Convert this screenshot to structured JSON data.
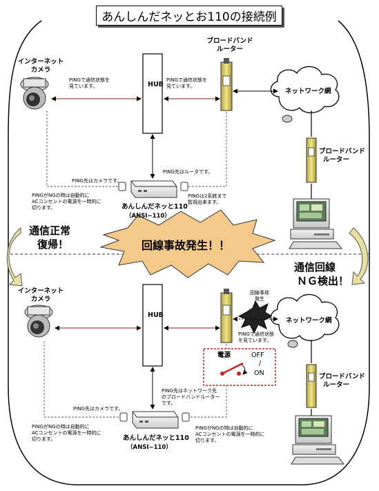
{
  "title": "あんしんだネッとお110の接続例",
  "top": {
    "camera_label": [
      "インターネット",
      "カメラ"
    ],
    "hub_label": "HUB",
    "router_label": [
      "ブロードバンド",
      "ルーター"
    ],
    "network_label": "ネットワーク網",
    "router2_label": [
      "ブロードバンド",
      "ルーター"
    ],
    "ping_camera_status": [
      "PINGで通信状態を",
      "見ています。"
    ],
    "ping_router_status": [
      "PINGで通信状態を",
      "見ています。"
    ],
    "ping_target_camera": "PING先はカメラです。",
    "ping_target_router": "PING先はルータです。",
    "ping_ng_note": [
      "PINGがNGの時は自動的に",
      "ACコンセントの電源を一時的に",
      "切ります。"
    ],
    "ping_two_systems": [
      "PINGは2系統まで",
      "監視出来ます。"
    ],
    "device_name": "あんしんだネッと110",
    "device_model": "（ANSI−110）"
  },
  "middle": {
    "recovered": [
      "通信正常",
      "復帰！"
    ],
    "incident": "回線事故発生！！",
    "ng_detected": [
      "通信回線",
      "ＮＧ検出！"
    ]
  },
  "bottom": {
    "camera_label": [
      "インターネット",
      "カメラ"
    ],
    "hub_label": "HUB",
    "incident_small": [
      "回線事故",
      "発生"
    ],
    "network_label": "ネットワーク網",
    "router2_label": [
      "ブロードバンド",
      "ルーター"
    ],
    "ping_status": [
      "PINGで通信状態",
      "を見ています。"
    ],
    "power_label": "電源",
    "off_label": "OFF",
    "on_label": "ON",
    "ping_target_camera": "PING先はカメラです。",
    "ping_target_router": [
      "PING先はネットワーク先",
      "のブロードバンドルーター",
      "です。"
    ],
    "ping_ng_note_left": [
      "PINGがNGの時は自動的に",
      "ACコンセントの電源を一時的に",
      "切ります。"
    ],
    "ping_ng_note_right": [
      "PINGがNGの時は自動的に",
      "ACコンセントの電源を一時的に",
      "切ります。"
    ],
    "device_name": "あんしんだネッと110",
    "device_model": "（ANSI−110）"
  },
  "colors": {
    "link_line": "#8b1a1a",
    "dashed_line": "#555555",
    "burst_fill": "#f4c98a",
    "router_fill": "#e8d96a",
    "power_box": "#cc2222",
    "arrow_fill": "#e8e0a0"
  }
}
